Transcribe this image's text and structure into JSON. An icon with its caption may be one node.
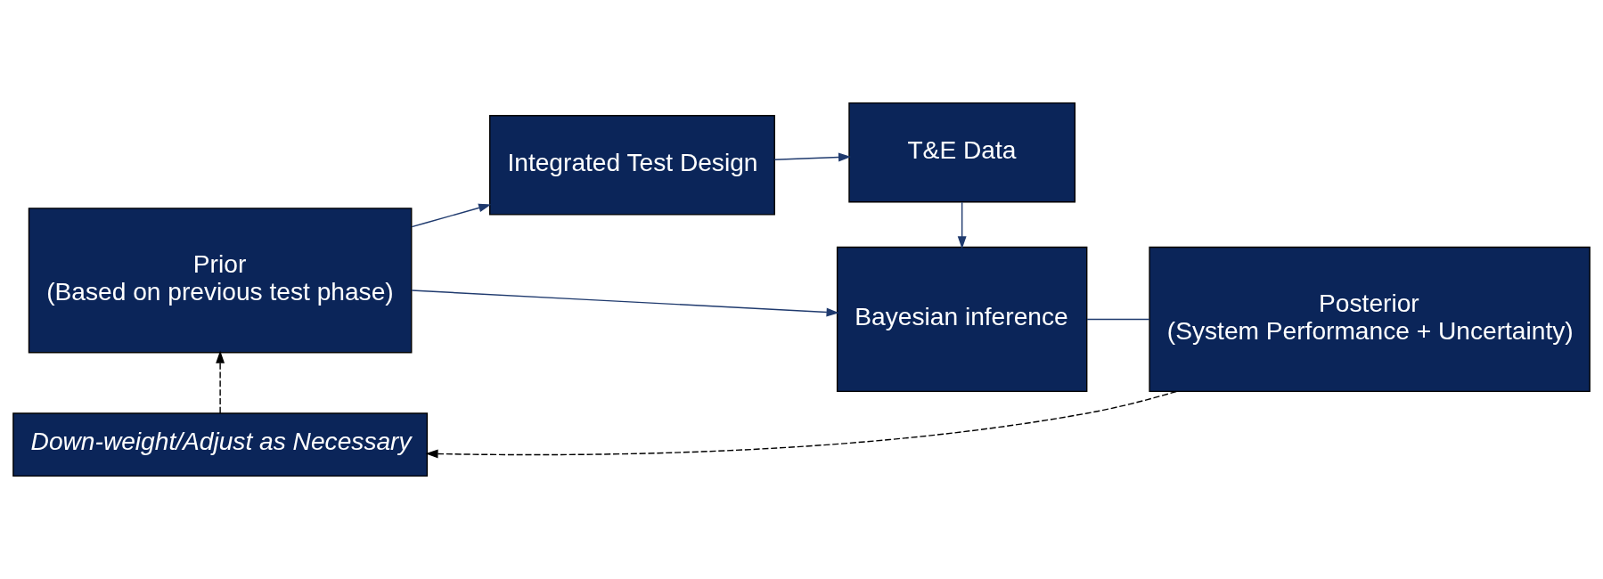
{
  "diagram": {
    "nodes": [
      {
        "text": [
          "Prior",
          "(Based on previous test phase)"
        ]
      },
      {
        "text": [
          "Integrated Test Design"
        ]
      },
      {
        "text": [
          "T&E Data"
        ]
      },
      {
        "text": [
          "Bayesian inference"
        ]
      },
      {
        "text": [
          "Posterior",
          "(System Performance + Uncertainty)"
        ]
      },
      {
        "text": [
          "Down-weight/Adjust as Necessary"
        ]
      }
    ],
    "edges": [
      {
        "from": 0,
        "to": 1,
        "arrow": "to"
      },
      {
        "from": 0,
        "to": 3,
        "arrow": "to"
      },
      {
        "from": 1,
        "to": 2,
        "arrow": "to"
      },
      {
        "from": 2,
        "to": 3,
        "arrow": "to"
      },
      {
        "from": 3,
        "to": 4,
        "arrow": "none"
      },
      {
        "from": 4,
        "to": 5,
        "arrow": "to",
        "style": "dashed",
        "color": "#000000"
      },
      {
        "from": 5,
        "to": 0,
        "arrow": "to",
        "style": "dashed",
        "color": "#000000"
      }
    ]
  }
}
